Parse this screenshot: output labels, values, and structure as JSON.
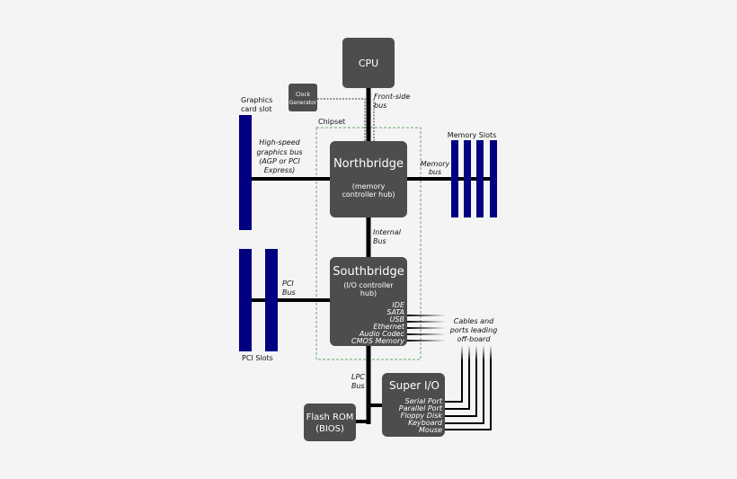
{
  "colors": {
    "background": "#f4f4f4",
    "box": "#4d4d4d",
    "slot": "#000080",
    "bus": "#000000",
    "chipset_border": "#6aa36a"
  },
  "cpu": {
    "label": "CPU"
  },
  "clock_generator": {
    "line1": "Clock",
    "line2": "Generator"
  },
  "front_side_bus": {
    "line1": "Front-side",
    "line2": "bus"
  },
  "chipset": {
    "label": "Chipset"
  },
  "northbridge": {
    "title": "Northbridge",
    "sub1": "(memory",
    "sub2": "controller hub)"
  },
  "graphics_slot": {
    "line1": "Graphics",
    "line2": "card slot"
  },
  "graphics_bus": {
    "line1": "High-speed",
    "line2": "graphics bus",
    "line3": "(AGP or PCI",
    "line4": "Express)"
  },
  "memory_slots": {
    "label": "Memory Slots"
  },
  "memory_bus": {
    "line1": "Memory",
    "line2": "bus"
  },
  "internal_bus": {
    "line1": "Internal",
    "line2": "Bus"
  },
  "southbridge": {
    "title": "Southbridge",
    "sub1": "(I/O controller",
    "sub2": "hub)",
    "ports": [
      "IDE",
      "SATA",
      "USB",
      "Ethernet",
      "Audio Codec",
      "CMOS Memory"
    ]
  },
  "pci_bus": {
    "line1": "PCI",
    "line2": "Bus"
  },
  "pci_slots": {
    "label": "PCI Slots"
  },
  "cables_note": {
    "line1": "Cables and",
    "line2": "ports leading",
    "line3": "off-board"
  },
  "lpc_bus": {
    "line1": "LPC",
    "line2": "Bus"
  },
  "super_io": {
    "title": "Super I/O",
    "ports": [
      "Serial Port",
      "Parallel Port",
      "Floppy Disk",
      "Keyboard",
      "Mouse"
    ]
  },
  "flash_rom": {
    "line1": "Flash ROM",
    "line2": "(BIOS)"
  }
}
